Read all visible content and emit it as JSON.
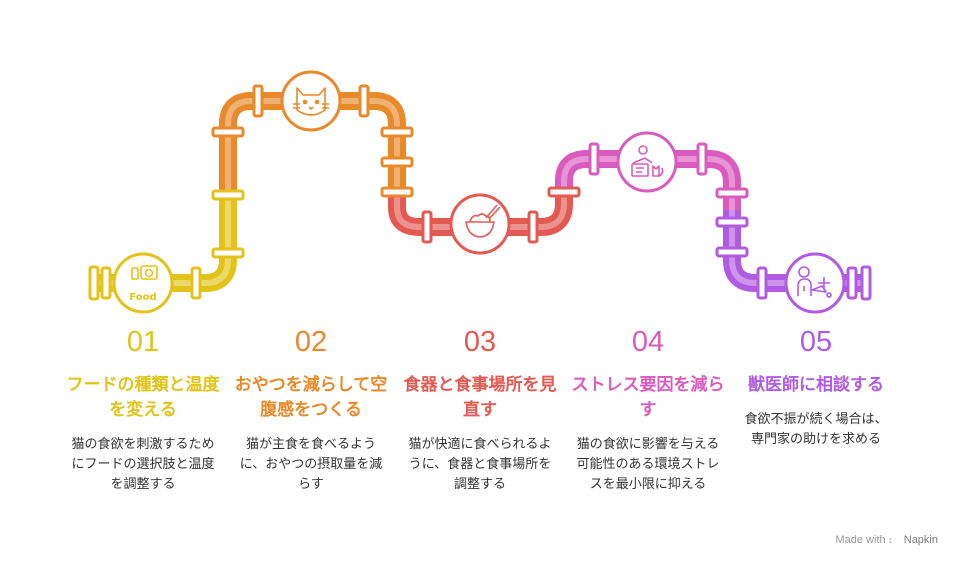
{
  "steps": [
    {
      "num": "01",
      "title": "フードの種類と温度を変える",
      "desc": "猫の食欲を刺激するためにフードの選択肢と温度を調整する",
      "color": "#E3C319",
      "icon": "camera-food-icon",
      "icon_label": "Food"
    },
    {
      "num": "02",
      "title": "おやつを減らして空腹感をつくる",
      "desc": "猫が主食を食べるように、おやつの摂取量を減らす",
      "color": "#E8892A",
      "icon": "cat-face-icon"
    },
    {
      "num": "03",
      "title": "食器と食事場所を見直す",
      "desc": "猫が快適に食べられるように、食器と食事場所を調整する",
      "color": "#E35A53",
      "icon": "food-bowl-icon"
    },
    {
      "num": "04",
      "title": "ストレス要因を減らす",
      "desc": "猫の食欲に影響を与える可能性のある環境ストレスを最小限に抑える",
      "color": "#D95BBE",
      "icon": "stress-cat-icon"
    },
    {
      "num": "05",
      "title": "獣医師に相談する",
      "desc": "食欲不振が続く場合は、専門家の助けを求める",
      "color": "#B25BE0",
      "icon": "vet-consult-icon"
    }
  ],
  "footer": {
    "prefix": "Made with",
    "brand": "Napkin",
    "icon": "napkin-logo-icon"
  }
}
